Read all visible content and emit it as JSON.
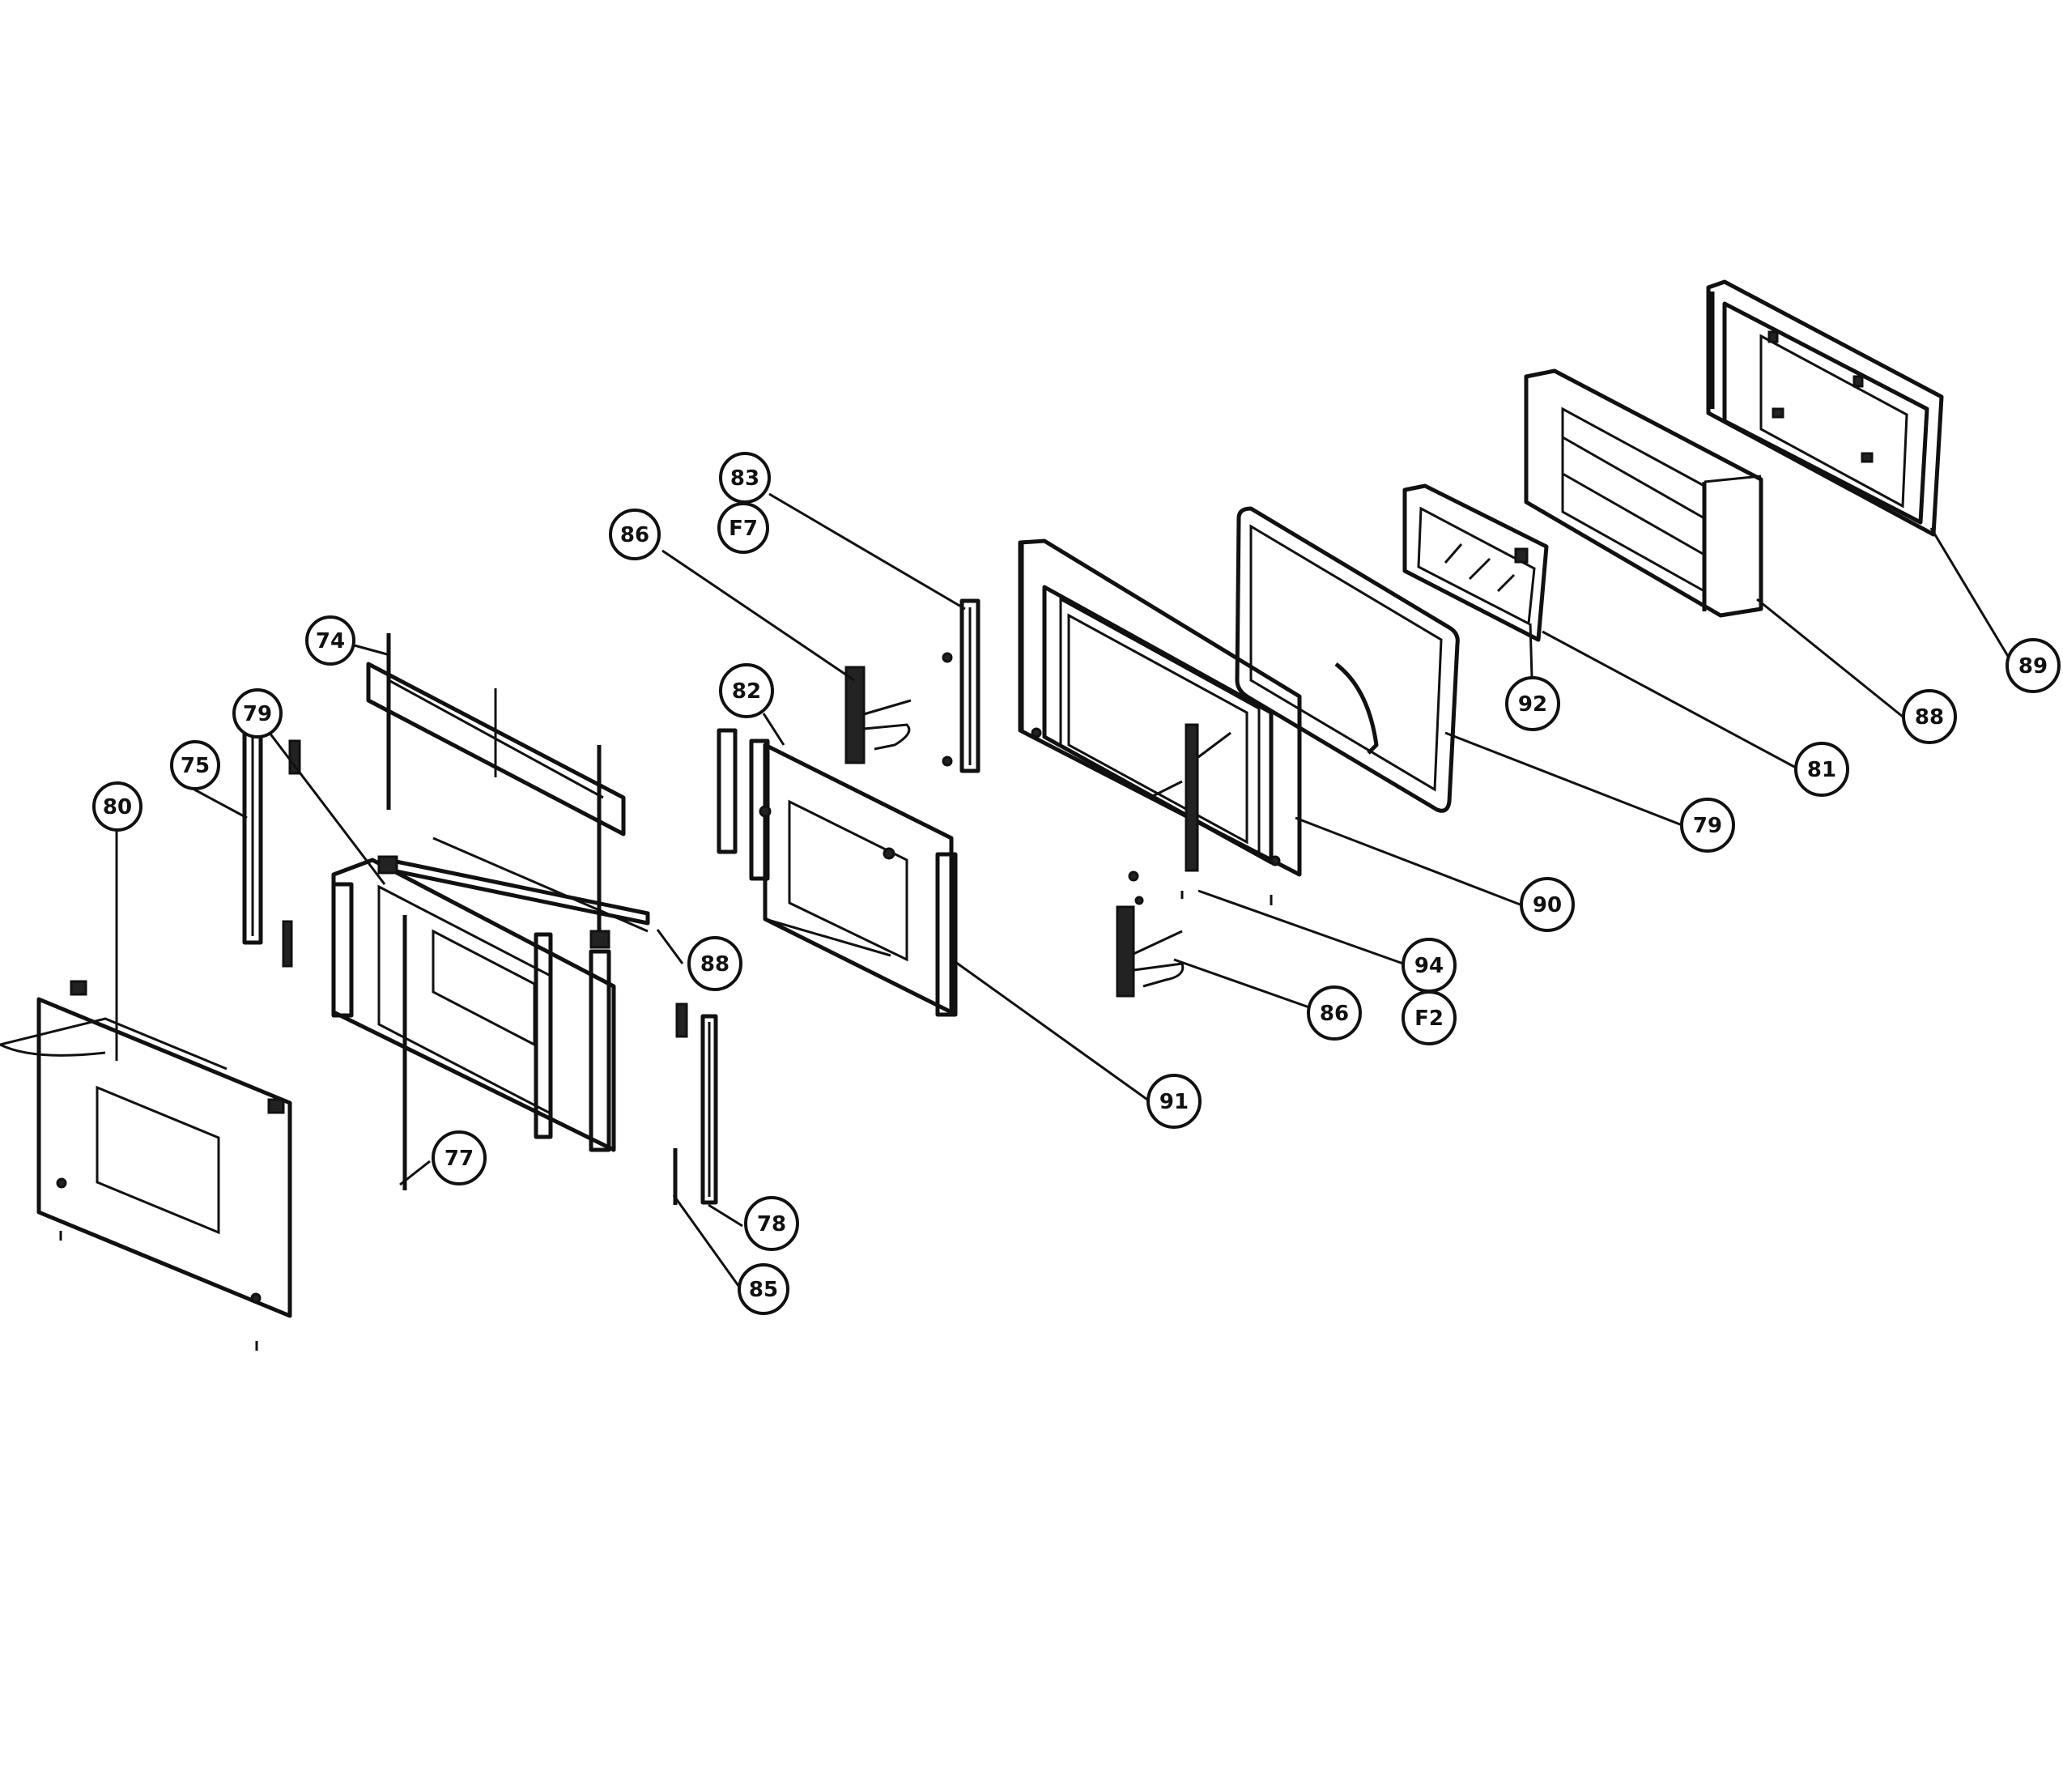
{
  "callouts": [
    {
      "id": "c-74",
      "label": "74"
    },
    {
      "id": "c-75",
      "label": "75"
    },
    {
      "id": "c-79a",
      "label": "79"
    },
    {
      "id": "c-80",
      "label": "80"
    },
    {
      "id": "c-77",
      "label": "77"
    },
    {
      "id": "c-88a",
      "label": "88"
    },
    {
      "id": "c-78",
      "label": "78"
    },
    {
      "id": "c-85",
      "label": "85"
    },
    {
      "id": "c-82",
      "label": "82"
    },
    {
      "id": "c-86a",
      "label": "86"
    },
    {
      "id": "c-83",
      "label": "83"
    },
    {
      "id": "c-f7",
      "label": "F7"
    },
    {
      "id": "c-91",
      "label": "91"
    },
    {
      "id": "c-94",
      "label": "94"
    },
    {
      "id": "c-f2",
      "label": "F2"
    },
    {
      "id": "c-86b",
      "label": "86"
    },
    {
      "id": "c-90",
      "label": "90"
    },
    {
      "id": "c-79b",
      "label": "79"
    },
    {
      "id": "c-92",
      "label": "92"
    },
    {
      "id": "c-81",
      "label": "81"
    },
    {
      "id": "c-88b",
      "label": "88"
    },
    {
      "id": "c-89",
      "label": "89"
    }
  ]
}
